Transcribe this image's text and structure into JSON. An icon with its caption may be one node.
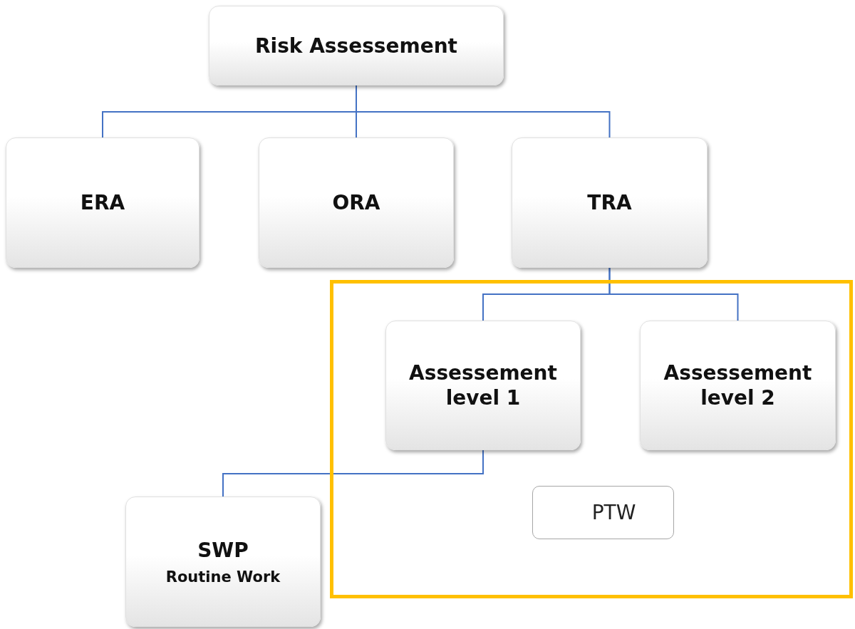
{
  "diagram": {
    "nodes": [
      {
        "text": [
          "Risk Assessement"
        ]
      },
      {
        "text": [
          "ERA"
        ]
      },
      {
        "text": [
          "ORA"
        ]
      },
      {
        "text": [
          "TRA"
        ]
      },
      {
        "text": [],
        "shape": "box"
      },
      {
        "text": [
          "Assessement level 1"
        ],
        "in": 4
      },
      {
        "text": [
          "Assessement level 2"
        ],
        "in": 4
      },
      {
        "text": [
          "PTW"
        ],
        "in": 4
      },
      {
        "text": [
          "SWP",
          "Routine Work"
        ]
      }
    ],
    "edges": [
      {
        "from": 0,
        "to": 1,
        "arrow": "none"
      },
      {
        "from": 0,
        "to": 2,
        "arrow": "none"
      },
      {
        "from": 0,
        "to": 3,
        "arrow": "none"
      },
      {
        "from": 3,
        "to": 5,
        "arrow": "none"
      },
      {
        "from": 3,
        "to": 6,
        "arrow": "none"
      },
      {
        "from": 5,
        "to": 8,
        "arrow": "none"
      }
    ]
  }
}
